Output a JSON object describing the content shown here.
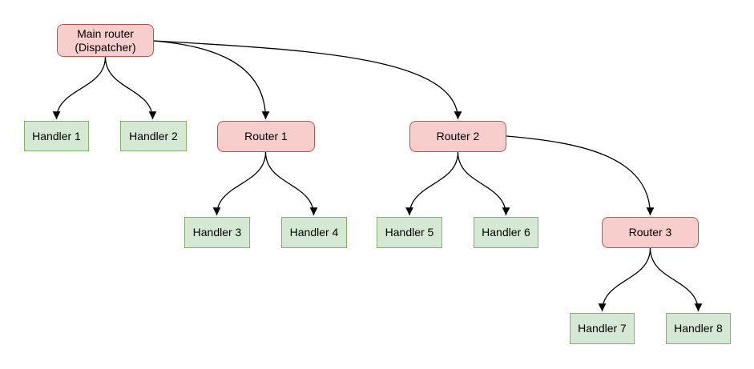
{
  "diagram": {
    "background": "#ffffff",
    "colors": {
      "router_fill": "#f8cecc",
      "router_border": "#b85450",
      "handler_fill": "#d5e8d4",
      "handler_border": "#82b366",
      "edge": "#000000",
      "text": "#000000"
    },
    "nodes": {
      "main": {
        "type": "router",
        "label_line1": "Main router",
        "label_line2": "(Dispatcher)"
      },
      "router1": {
        "type": "router",
        "label": "Router 1"
      },
      "router2": {
        "type": "router",
        "label": "Router 2"
      },
      "router3": {
        "type": "router",
        "label": "Router 3"
      },
      "handler1": {
        "type": "handler",
        "label": "Handler 1"
      },
      "handler2": {
        "type": "handler",
        "label": "Handler 2"
      },
      "handler3": {
        "type": "handler",
        "label": "Handler 3"
      },
      "handler4": {
        "type": "handler",
        "label": "Handler 4"
      },
      "handler5": {
        "type": "handler",
        "label": "Handler 5"
      },
      "handler6": {
        "type": "handler",
        "label": "Handler 6"
      },
      "handler7": {
        "type": "handler",
        "label": "Handler 7"
      },
      "handler8": {
        "type": "handler",
        "label": "Handler 8"
      }
    },
    "edges": [
      {
        "from": "main",
        "to": "handler1"
      },
      {
        "from": "main",
        "to": "handler2"
      },
      {
        "from": "main",
        "to": "router1"
      },
      {
        "from": "main",
        "to": "router2"
      },
      {
        "from": "router1",
        "to": "handler3"
      },
      {
        "from": "router1",
        "to": "handler4"
      },
      {
        "from": "router2",
        "to": "handler5"
      },
      {
        "from": "router2",
        "to": "handler6"
      },
      {
        "from": "router2",
        "to": "router3"
      },
      {
        "from": "router3",
        "to": "handler7"
      },
      {
        "from": "router3",
        "to": "handler8"
      }
    ]
  }
}
